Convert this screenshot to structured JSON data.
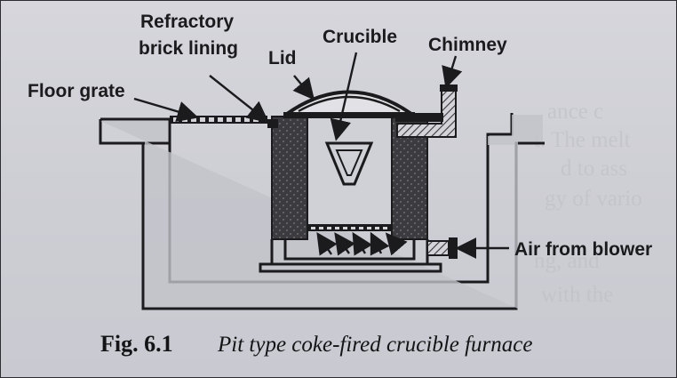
{
  "labels": {
    "refractory": [
      "Refractory",
      "brick lining"
    ],
    "lid": "Lid",
    "crucible": "Crucible",
    "chimney": "Chimney",
    "floor_grate": "Floor grate",
    "air": "Air from blower"
  },
  "caption": {
    "number": "Fig. 6.1",
    "text": "Pit type coke-fired crucible furnace"
  },
  "colors": {
    "ink": "#1b1b1d",
    "paper": "#cfd0d6",
    "bleed_text": "#bdbec5"
  }
}
